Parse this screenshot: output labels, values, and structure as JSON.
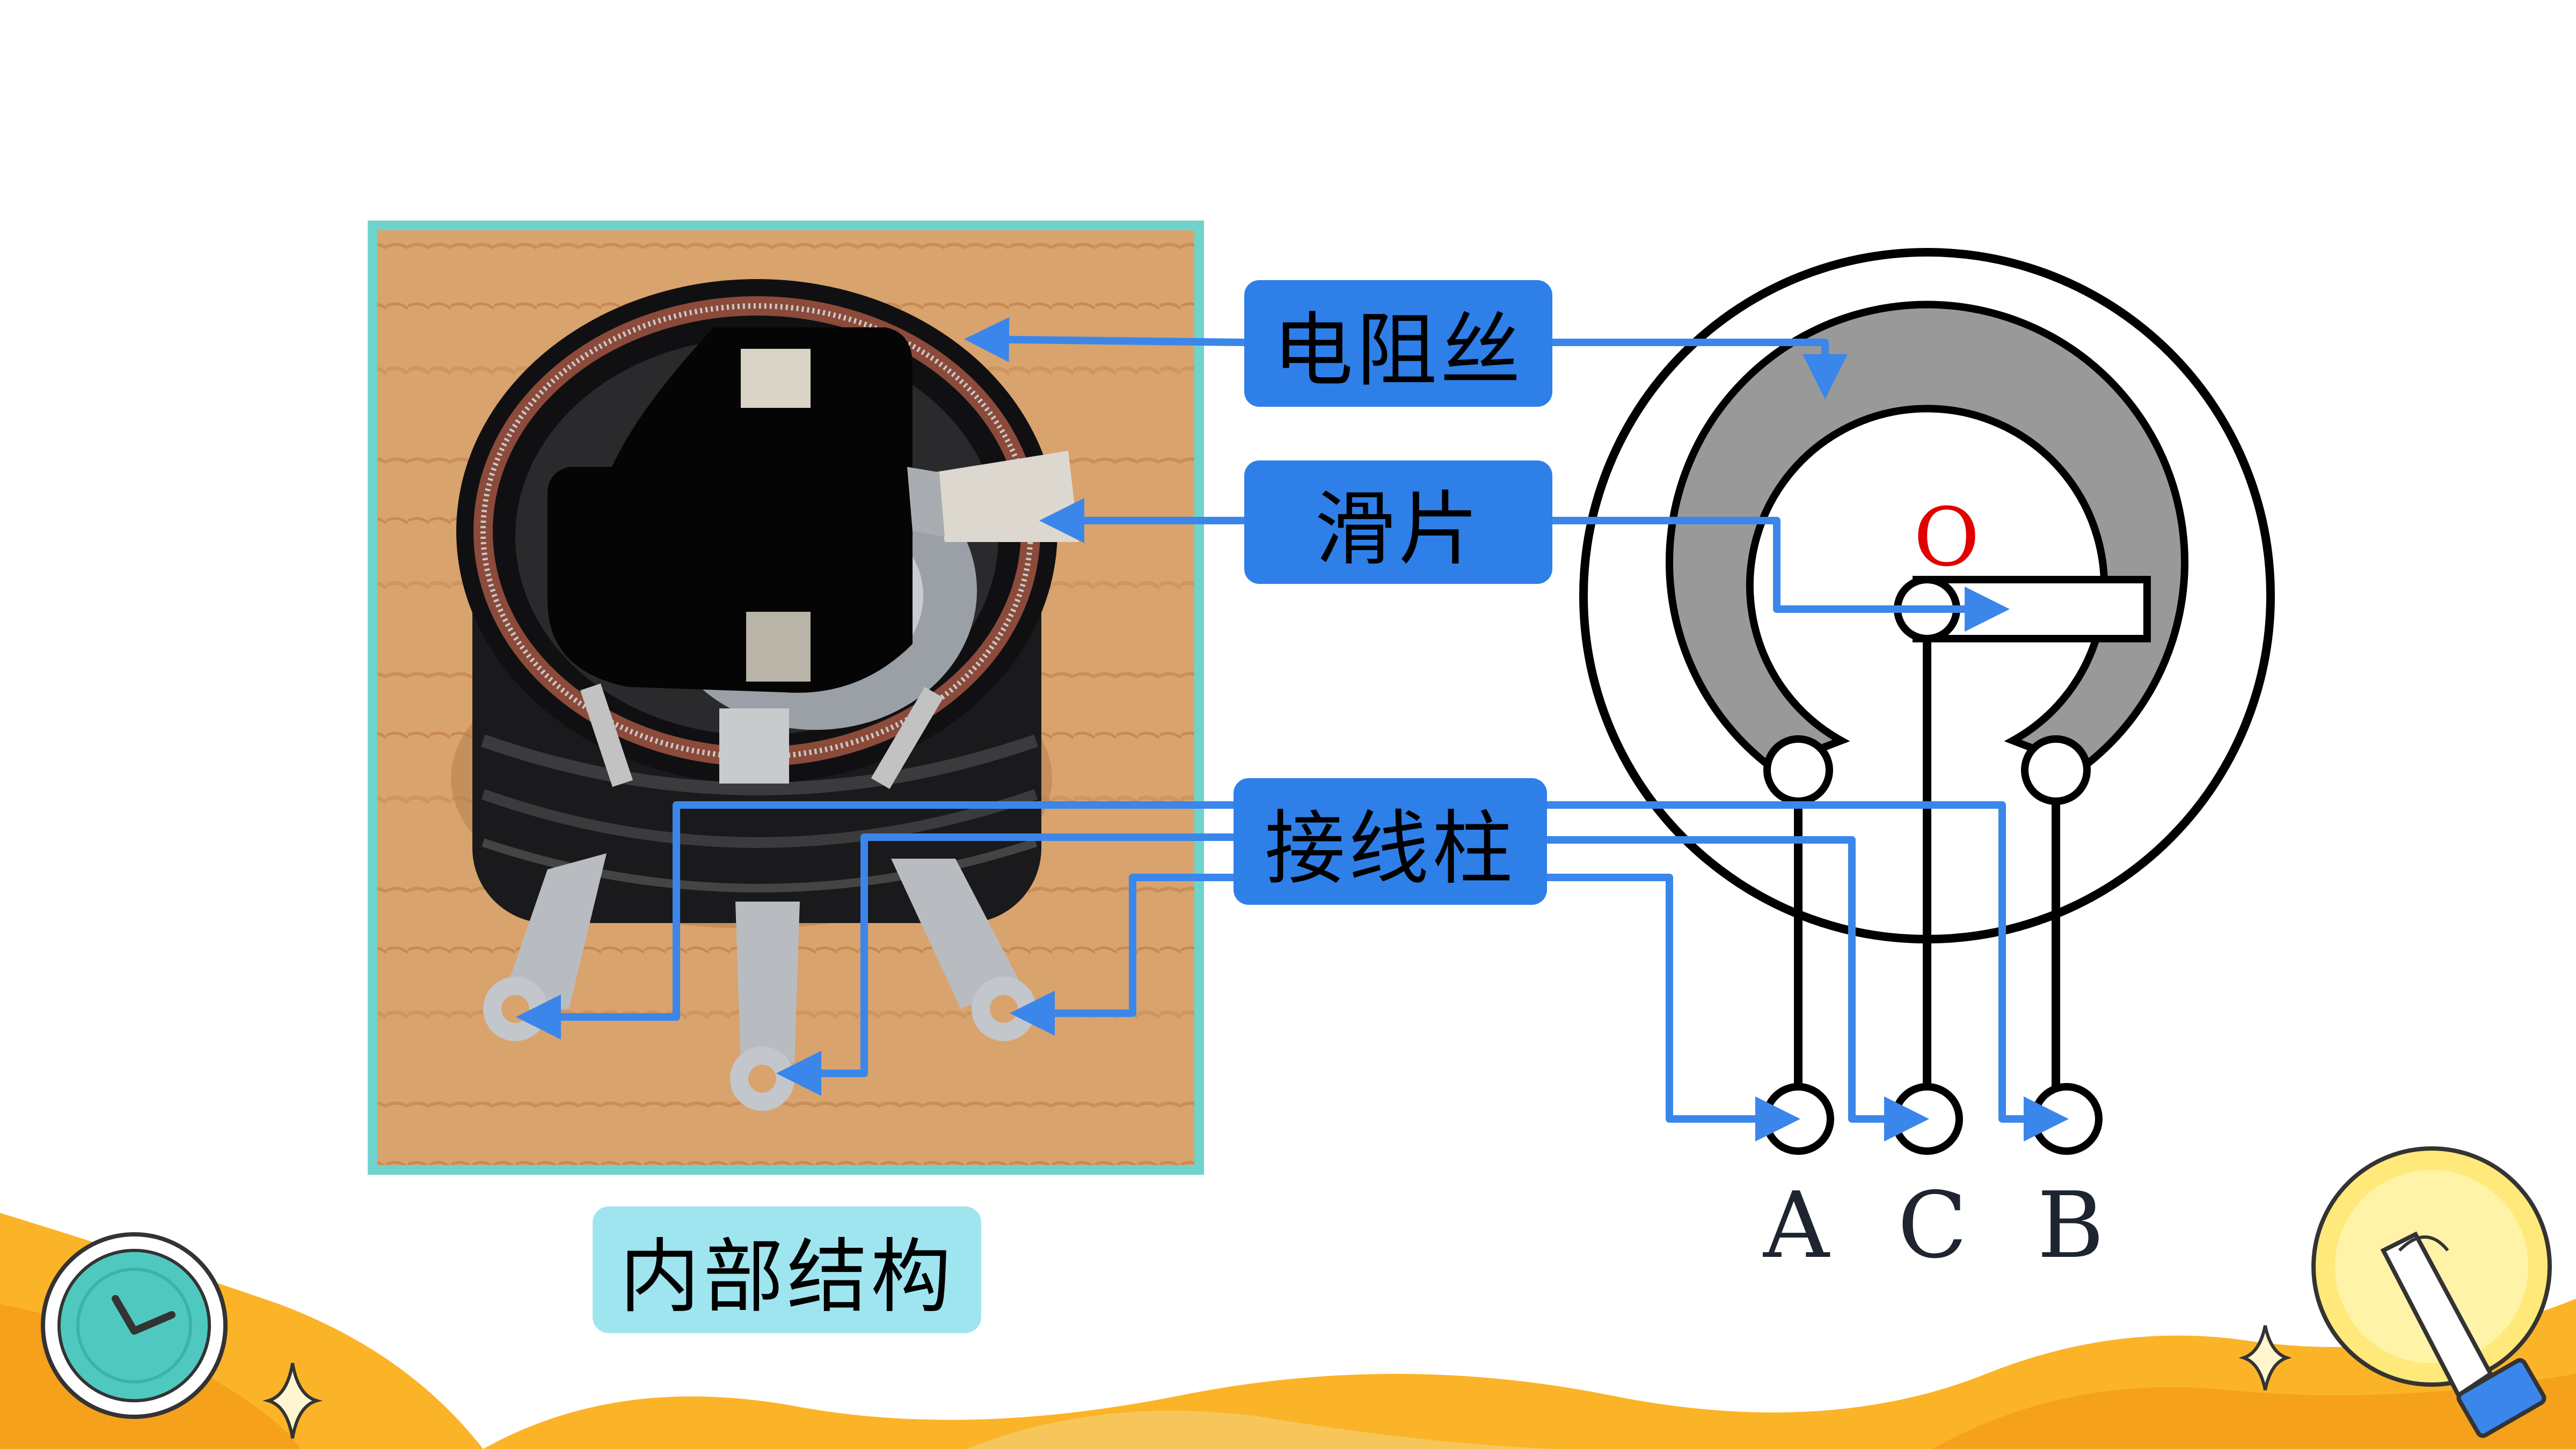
{
  "labels": {
    "resistance_wire": "电阻丝",
    "slider": "滑片",
    "terminal": "接线柱",
    "caption": "内部结构"
  },
  "terminals": {
    "a": "A",
    "c": "C",
    "b": "B"
  },
  "center": "O",
  "colors": {
    "label_bg": "#2f7fe8",
    "caption_bg": "#9fe5ef",
    "arrow": "#3b86ea",
    "photo_frame": "#6fd3cc",
    "wood": "#d9a36d",
    "ring_fill": "#999999",
    "center_letter": "#e00000",
    "footer_wave": "#fbb328",
    "clock": "#4fc9bf"
  },
  "icons": {
    "clock": "clock-icon",
    "bulb": "lightbulb-icon",
    "sparkle": "sparkle-icon"
  }
}
